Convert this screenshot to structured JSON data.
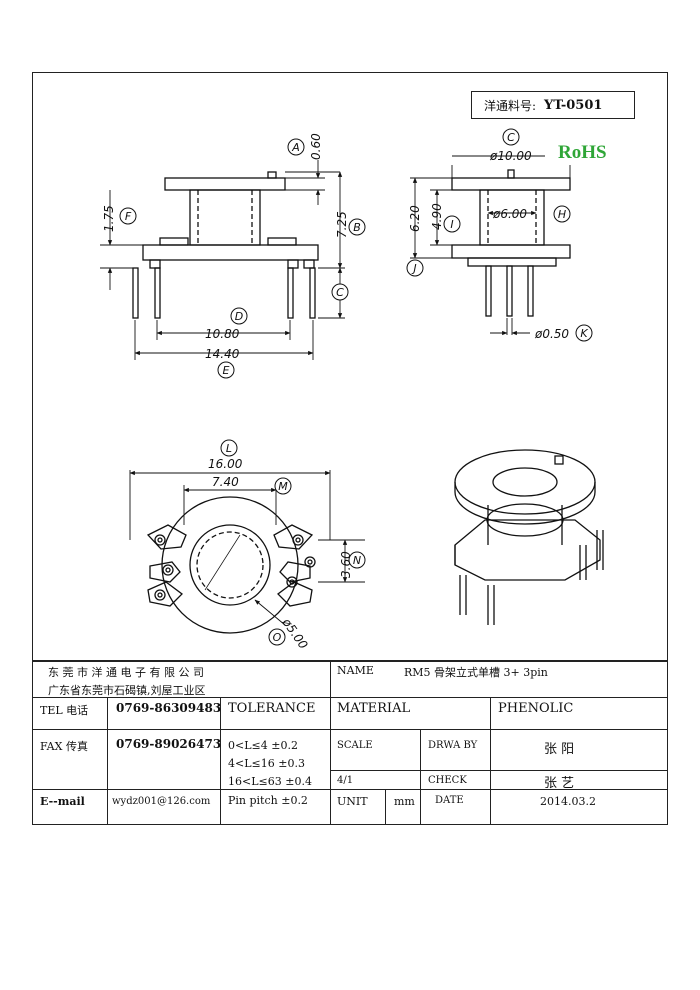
{
  "part_box": {
    "label": "洋通料号:",
    "part_no": "YT-0501"
  },
  "rohs": "RoHS",
  "dimensions": {
    "d060": "0.60",
    "d175": "1.75",
    "d725": "7.25",
    "d1080": "10.80",
    "d1440": "14.40",
    "d1000": "ø10.00",
    "d620": "6.20",
    "d490": "4.90",
    "d600": "ø6.00",
    "d050": "ø0.50",
    "d1600": "16.00",
    "d740": "7.40",
    "d360": "3.60",
    "d500": "ø5.00"
  },
  "letters": {
    "A": "A",
    "B": "B",
    "C": "C",
    "D": "D",
    "E": "E",
    "F": "F",
    "G": "C",
    "H": "H",
    "I": "I",
    "J": "J",
    "K": "K",
    "L": "L",
    "M": "M",
    "N": "N",
    "O": "O"
  },
  "title_block": {
    "company": "东 莞 市 洋 通 电 子 有 限 公 司",
    "address": "广东省东莞市石碣镇,刘屋工业区",
    "name_label": "NAME",
    "name_value": "RM5 骨架立式单槽 3+ 3pin",
    "tel_label": "TEL 电话",
    "tel_value": "0769-86309483",
    "tolerance_label": "TOLERANCE",
    "material_label": "MATERIAL",
    "material_value": "PHENOLIC",
    "fax_label": "FAX 传真",
    "fax_value": "0769-89026473",
    "tol1": "0<L≤4    ±0.2",
    "tol2": "4<L≤16  ±0.3",
    "tol3": "16<L≤63  ±0.4",
    "tol4": "Pin pitch ±0.2",
    "scale_label": "SCALE",
    "scale_value": "4/1",
    "drawby_label": "DRWA BY",
    "drawby_value": "张 阳",
    "check_label": "CHECK",
    "check_value": "张 艺",
    "email_label": "E--mail",
    "email_value": "wydz001@126.com",
    "unit_label": "UNIT",
    "unit_value": "mm",
    "date_label": "DATE",
    "date_value": "2014.03.2"
  }
}
